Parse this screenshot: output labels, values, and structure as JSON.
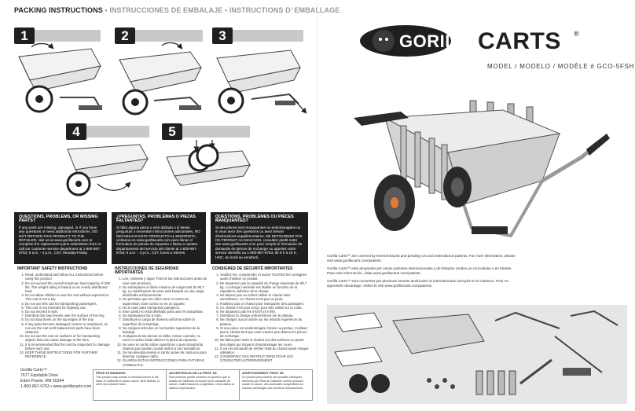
{
  "header": {
    "title_en": "PACKING INSTRUCTIONS",
    "bullet": "•",
    "title_es": "INSTRUCCIONES DE EMBALAJE",
    "title_fr": "INSTRUCTIONS D’ EMBALLAGE"
  },
  "steps": [
    "1",
    "2",
    "3",
    "4",
    "5"
  ],
  "faq": {
    "en": {
      "heading": "QUESTIONS, PROBLEMS, OR MISSING PARTS?",
      "body": "If any parts are missing, damaged, or if you have any questions or need additional instructions, DO NOT RETURN THIS PRODUCT TO THE RETAILER, visit us at www.gorillacarts.com to complete the replacement parts submission form or call our customer service department at 1-800-867-6763; 9 a.m. - 4 p.m., CST, Monday-Friday."
    },
    "es": {
      "heading": "¿PREGUNTAS, PROBLEMAS O PIEZAS FALTANTES?",
      "body": "Si falta alguna pieza o está dañada o si tienes preguntas o necesitas instrucciones adicionales, NO DEVUELVAS ESTE PRODUCTO AL MINORISTA, visítanos en www.gorillacarts.com para llenar el formulario de piezas de repuesto o llama a nuestro departamento del servicio del cliente al 1-800-867-6763; 9 a.m. - 4 p.m., CST, lunes a viernes."
    },
    "fr": {
      "heading": "QUESTIONS, PROBLÈMES OU PIÈCES MANQUANTES?",
      "body": "Si des pièces sont manquantes ou endommagées ou si vous avez des questions ou avez besoin d'instructions supplémentaires, NE RETOURNEZ PAS CE PRODUIT AU MAGASIN, consultez plutôt notre site www.gorillacarts.com pour remplir le formulaire de demande de pièces de rechange ou appelez notre service clientèle au 1-800-867-6763; de 9 h à 16 h, HNC, du lundi au vendredi."
    }
  },
  "safety": {
    "en": {
      "heading": "IMPORTANT SAFETY INSTRUCTIONS",
      "items": [
        "Read, understand and follow ALL instructions before using this product.",
        "Do not exceed the overall maximum load capacity of 200 lbs. The weight rating is based on an evenly distributed load.",
        "Do not allow children to use the cart without supervision. This cart is not a toy.",
        "Do not use this cart for transporting passengers.",
        "This cart is not intended for highway use.",
        "Do not exceed 5 mph.",
        "Distribute the load evenly over the surface of the tray.",
        "Do not load items on the top edges of the tray.",
        "If any parts become damaged, broken or misplaced, do not use the cart until replacement parts have been obtained.",
        "Do not use the cart on surfaces or for transporting objects that can cause damage to the tires.",
        "It is recommended that the cart be inspected for damage before each use.",
        "KEEP THESE INSTRUCTIONS FOR FURTHER REFERENCE."
      ]
    },
    "es": {
      "heading": "INSTRUCCIONES DE SEGURIDAD IMPORTANTES",
      "items": [
        "Lee, entiende y sigue TODAS las instrucciones antes de usar este producto.",
        "No sobrepases el límite máximo de carga total de 90,7 kg. La clasificación de peso está basada en una carga distribuida uniformemente.",
        "No permitas que los niños usen el carrito sin supervisión. Este carrito no es un juguete.",
        "No lo uses para transportar pasajeros.",
        "Este carrito no está diseñado para usar en autopistas.",
        "No sobrepases las 5 mph.",
        "Distribuye la carga de manera uniforme sobre la superficie de la bandeja.",
        "No cargues artículos en los bordes superiores de la bandeja.",
        "Si alguna de las piezas se daña, rompe o pierde, no uses el carrito hasta obtener la pieza de repuesto.",
        "No uses el carrito sobre superficies o para transportar objetos que puedan causar daños a los neumáticos.",
        "Se recomienda revisar el carrito antes de cada uso para detectar cualquier daño.",
        "GUARDA ESTAS INSTRUCCIONES PARA FUTURAS CONSULTAS."
      ]
    },
    "fr": {
      "heading": "CONSIGNES DE SÉCURITÉ IMPORTANTES",
      "items": [
        "Veuillez lire, comprendre et suivre TOUTES les consignes avant d'utiliser ce produit.",
        "Ne dépassez pas la capacité de charge maximale de 90,7 kg. La charge nominale est établie en fonction de la répartition uniforme de la charge.",
        "Ne laissez pas un enfant utiliser le chariot sans surveillance. Ce chariot n'est pas un jouet.",
        "N'utilisez pas ce chariot pour transporter des passagers.",
        "Ce chariot n'est pas conçu pour être utilisé sur la route.",
        "Ne dépassez pas les 8 km/h (5 mi/h).",
        "Distribuez la charge uniformément sur le plateau.",
        "Ne chargez aucun article sur les rebords supérieurs du plateau.",
        "Si une pièce est endommagée, brisée ou perdue, n'utilisez pas le chariot tant que vous n'aurez pas obtenu les pièces de rechange.",
        "Ne faites pas rouler le chariot sur des surfaces ou porter des objets qui risquent d'endommager les roues.",
        "Il est recommandé de vérifier l'état du chariot avant chaque utilisation.",
        "CONSERVEZ CES INSTRUCTIONS POUR LES CONSULTER ULTÉRIEUREMENT."
      ]
    }
  },
  "address": {
    "company": "Gorilla Carts™",
    "street": "7677 Equitable Drive",
    "city": "Eden Prairie, MN 55344",
    "contact": "1-800-867-6763 • www.gorillacarts.com"
  },
  "warnings": [
    {
      "heading": "PROP 65 WARNING:",
      "body": "This product may contain a chemical known to the State of California to cause cancer, birth defects, or other reproductive harm."
    },
    {
      "heading": "ADVERTENCIA DE LA PROP. 65:",
      "body": "Este producto puede contener un químico que el estado de California reconoce como causante de cáncer, malformaciones congénitas u otros daños al sistema reproductivo."
    },
    {
      "heading": "AVERTISSEMENT PROP. 65:",
      "body": "Ce produit peut contenir des produits chimiques reconnus par l'État de Californie comme pouvant causer le cancer, des anomalies congénitales ou d'autres dommages aux fonctions reproductrices."
    }
  ],
  "brand": {
    "logo_text": "GORILLA CARTS",
    "registered": "®",
    "model_line": "MODEL / MODELO / MODÈLE  # GCO-5FSH"
  },
  "patents": [
    "Gorilla Carts™ are covered by several issued and pending US and international patents. For more information, please visit www.gorillacarts.com/patents.",
    "Gorilla Carts™ está amparado por varias patentes internacionales y de Estados Unidos ya concedidas o en trámite. Para más información, visita www.gorillacarts.com/patents.",
    "Gorilla Carts™ sont couvertes par plusieurs brevets américains et internationaux octroyés et en instance. Pour en apprendre davantage, visitez le site www.gorillacarts.com/patents."
  ],
  "colors": {
    "dark": "#1f1f1f",
    "gray_bar": "#c9c9c9",
    "subtitle_gray": "#9a9a9a",
    "parts_bg": "#e6e6e6",
    "cart_body": "#d9d9d9",
    "wheel": "#2a2a2a",
    "accent_orange": "#e07a2e"
  }
}
